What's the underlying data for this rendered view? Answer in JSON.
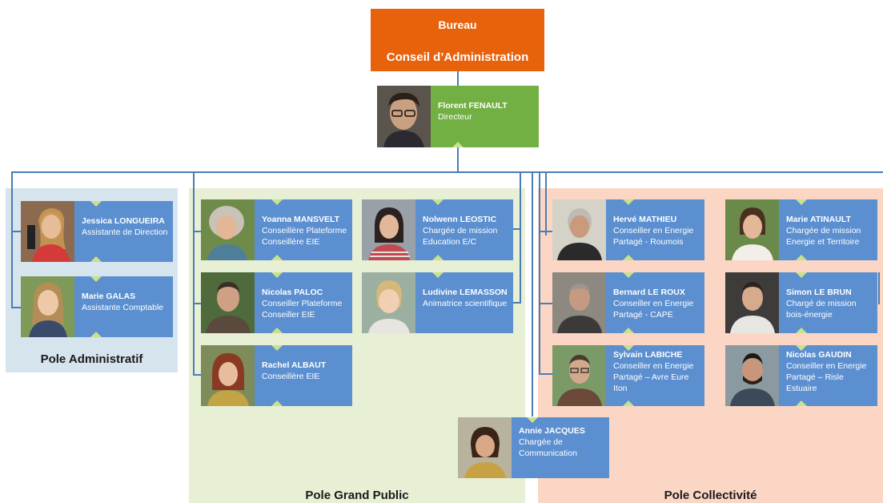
{
  "header": {
    "line1": "Bureau",
    "line2": "Conseil d’Administration"
  },
  "director": {
    "name": "Florent FENAULT",
    "role": "Directeur"
  },
  "poles": {
    "admin": {
      "title": "Pole Administratif"
    },
    "grand_public": {
      "title": "Pole Grand Public"
    },
    "collectivite": {
      "title": "Pole Collectivité"
    }
  },
  "people": {
    "jessica": {
      "name": "Jessica LONGUEIRA",
      "role": "Assistante de Direction"
    },
    "marie_g": {
      "name": "Marie GALAS",
      "role": "Assistante Comptable"
    },
    "yoanna": {
      "name": "Yoanna MANSVELT",
      "role": "Conseillère Plateforme\nConseillère EIE"
    },
    "nolwenn": {
      "name": "Nolwenn LEOSTIC",
      "role": "Chargée de mission\nEducation E/C"
    },
    "nicolas_p": {
      "name": "Nicolas PALOC",
      "role": "Conseiller Plateforme\nConseiller EIE"
    },
    "ludivine": {
      "name": "Ludivine LEMASSON",
      "role": "Animatrice scientifique"
    },
    "rachel": {
      "name": "Rachel ALBAUT",
      "role": "Conseillère EIE"
    },
    "herve": {
      "name": "Hervé MATHIEU",
      "role": "Conseiller en Energie\nPartagé - Roumois"
    },
    "marie_a": {
      "name": "Marie ATINAULT",
      "role": "Chargée de mission\nEnergie et Territoire"
    },
    "bernard": {
      "name": "Bernard LE ROUX",
      "role": "Conseiller en Energie\nPartagé - CAPE"
    },
    "simon": {
      "name": "Simon LE BRUN",
      "role": "Chargé de mission\nbois-énergie"
    },
    "sylvain": {
      "name": "Sylvain LABICHE",
      "role": "Conseiller en Energie\nPartagé – Avre Eure\nIton"
    },
    "nicolas_g": {
      "name": "Nicolas GAUDIN",
      "role": "Conseiller en Energie\nPartagé – Risle\nEstuaire"
    },
    "annie": {
      "name": "Annie JACQUES",
      "role": "Chargée de\nCommunication"
    }
  },
  "colors": {
    "orange": "#e8610b",
    "green": "#72b043",
    "blue": "#5b8fd0",
    "admin_bg": "#d6e4ee",
    "grand_public_bg": "#e7efd4",
    "collectivite_bg": "#fbd6c4",
    "chevron": "#c8e18a",
    "line": "#4a7db5"
  }
}
